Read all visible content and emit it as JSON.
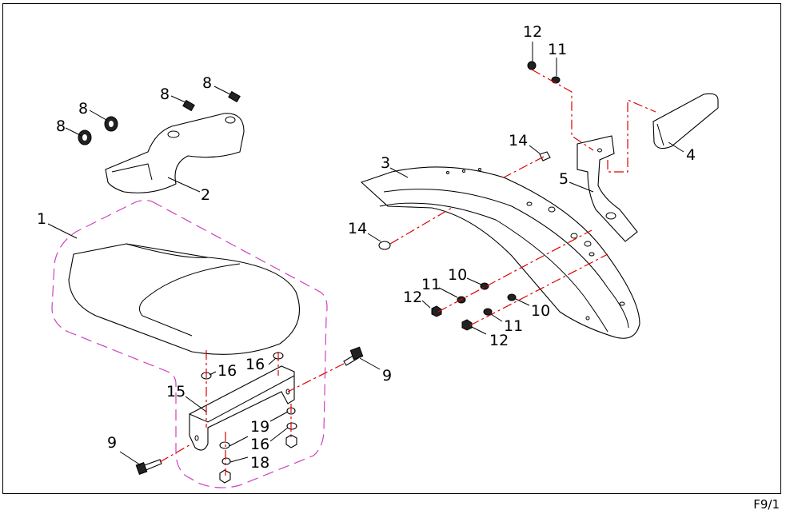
{
  "page_code": "F9/1",
  "labels": {
    "p1": "1",
    "p2": "2",
    "p3": "3",
    "p4": "4",
    "p5": "5",
    "p8a": "8",
    "p8b": "8",
    "p8c": "8",
    "p8d": "8",
    "p9a": "9",
    "p9b": "9",
    "p10a": "10",
    "p10b": "10",
    "p11a": "11",
    "p11b": "11",
    "p11c": "11",
    "p12a": "12",
    "p12b": "12",
    "p12c": "12",
    "p14a": "14",
    "p14b": "14",
    "p15": "15",
    "p16a": "16",
    "p16b": "16",
    "p16c": "16",
    "p18": "18",
    "p19": "19"
  },
  "colors": {
    "line": "#000000",
    "centerline": "#e00000",
    "group_outline": "#d040c0"
  }
}
